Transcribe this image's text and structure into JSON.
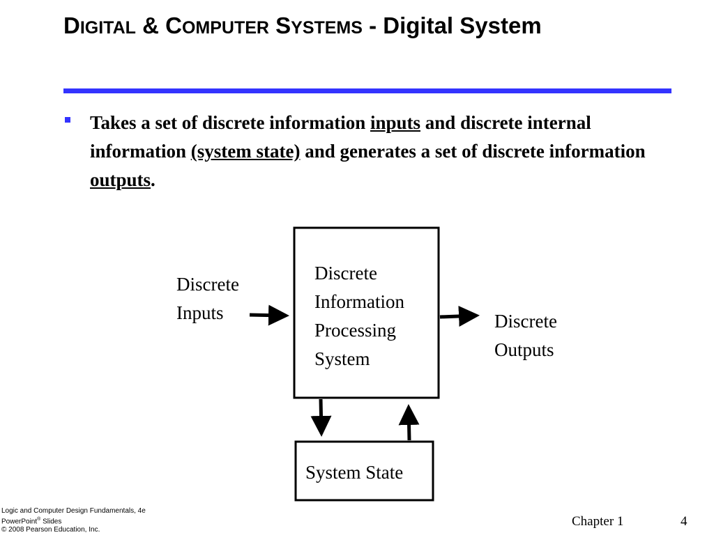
{
  "title": {
    "part1_first": "D",
    "part1_rest": "IGITAL",
    "amp": "&",
    "part2_first": "C",
    "part2_rest": "OMPUTER",
    "part3_first": "S",
    "part3_rest": "YSTEMS",
    "suffix": "- Digital System"
  },
  "bullet": {
    "t1": "Takes a set of discrete information ",
    "u1": "inputs",
    "t2": " and discrete internal information ",
    "u2": "(system state)",
    "t3": " and generates a set of discrete information ",
    "u3": "outputs",
    "t4": "."
  },
  "diagram": {
    "inputs_line1": "Discrete",
    "inputs_line2": "Inputs",
    "process_line1": "Discrete",
    "process_line2": "Information",
    "process_line3": "Processing",
    "process_line4": "System",
    "outputs_line1": "Discrete",
    "outputs_line2": "Outputs",
    "state": "System State"
  },
  "footer": {
    "book_line1": "Logic and Computer Design Fundamentals, 4e",
    "book_line2": "PowerPoint",
    "book_line2_sup": "®",
    "book_line2_rest": " Slides",
    "book_line3": "© 2008 Pearson Education, Inc.",
    "chapter": "Chapter 1",
    "page": "4"
  },
  "colors": {
    "accent": "#3333ff",
    "text": "#000000",
    "background": "#ffffff"
  }
}
